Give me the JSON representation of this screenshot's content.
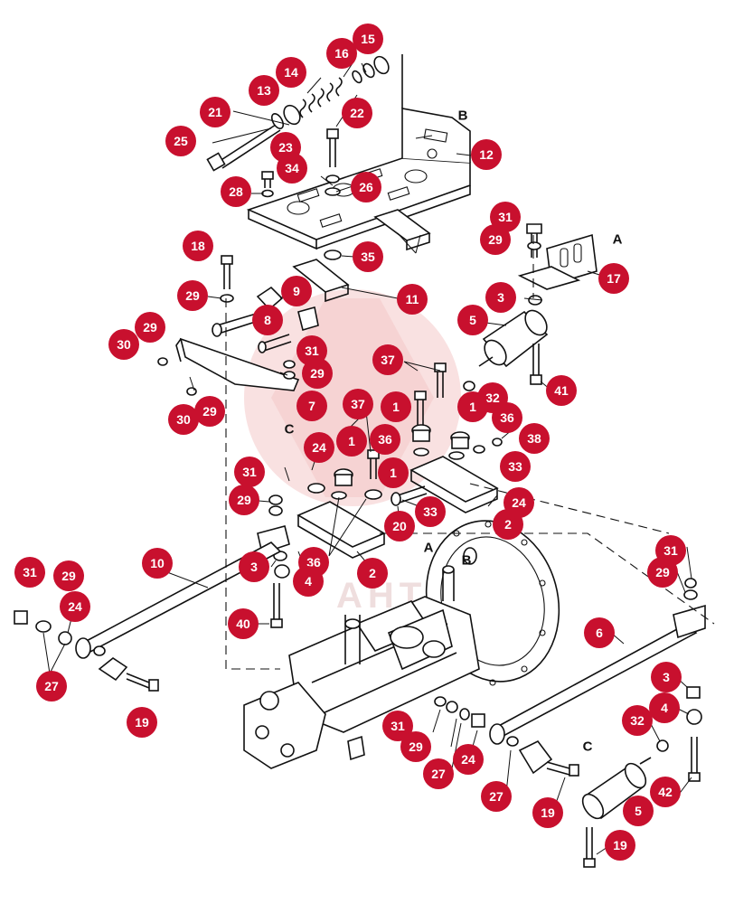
{
  "diagram": {
    "watermark": "AHTEX",
    "reference_letters": [
      {
        "id": "ref-b-top",
        "text": "B"
      },
      {
        "id": "ref-a-bracket",
        "text": "A"
      },
      {
        "id": "ref-c-left",
        "text": "C"
      },
      {
        "id": "ref-a-pump",
        "text": "A"
      },
      {
        "id": "ref-b-pump",
        "text": "B"
      },
      {
        "id": "ref-c-bottom",
        "text": "C"
      }
    ],
    "callouts": [
      {
        "id": "c15",
        "label": "15"
      },
      {
        "id": "c16",
        "label": "16"
      },
      {
        "id": "c14",
        "label": "14"
      },
      {
        "id": "c13",
        "label": "13"
      },
      {
        "id": "c21",
        "label": "21"
      },
      {
        "id": "c22",
        "label": "22"
      },
      {
        "id": "c25",
        "label": "25"
      },
      {
        "id": "c23",
        "label": "23"
      },
      {
        "id": "c34",
        "label": "34"
      },
      {
        "id": "c12",
        "label": "12"
      },
      {
        "id": "c28",
        "label": "28"
      },
      {
        "id": "c26",
        "label": "26"
      },
      {
        "id": "c31a",
        "label": "31"
      },
      {
        "id": "c29a",
        "label": "29"
      },
      {
        "id": "c18",
        "label": "18"
      },
      {
        "id": "c35",
        "label": "35"
      },
      {
        "id": "c17",
        "label": "17"
      },
      {
        "id": "c29b",
        "label": "29"
      },
      {
        "id": "c9",
        "label": "9"
      },
      {
        "id": "c11",
        "label": "11"
      },
      {
        "id": "c3a",
        "label": "3"
      },
      {
        "id": "c29c",
        "label": "29"
      },
      {
        "id": "c8",
        "label": "8"
      },
      {
        "id": "c5a",
        "label": "5"
      },
      {
        "id": "c30a",
        "label": "30"
      },
      {
        "id": "c31b",
        "label": "31"
      },
      {
        "id": "c29d",
        "label": "29"
      },
      {
        "id": "c37a",
        "label": "37"
      },
      {
        "id": "c41",
        "label": "41"
      },
      {
        "id": "c30b",
        "label": "30"
      },
      {
        "id": "c29e",
        "label": "29"
      },
      {
        "id": "c7",
        "label": "7"
      },
      {
        "id": "c1a",
        "label": "1"
      },
      {
        "id": "c32a",
        "label": "32"
      },
      {
        "id": "c1b",
        "label": "1"
      },
      {
        "id": "c37b",
        "label": "37"
      },
      {
        "id": "c36a",
        "label": "36"
      },
      {
        "id": "c36b",
        "label": "36"
      },
      {
        "id": "c38",
        "label": "38"
      },
      {
        "id": "c24a",
        "label": "24"
      },
      {
        "id": "c1c",
        "label": "1"
      },
      {
        "id": "c1d",
        "label": "1"
      },
      {
        "id": "c33a",
        "label": "33"
      },
      {
        "id": "c31c",
        "label": "31"
      },
      {
        "id": "c24b",
        "label": "24"
      },
      {
        "id": "c29f",
        "label": "29"
      },
      {
        "id": "c20",
        "label": "20"
      },
      {
        "id": "c33b",
        "label": "33"
      },
      {
        "id": "c2a",
        "label": "2"
      },
      {
        "id": "c10",
        "label": "10"
      },
      {
        "id": "c31d",
        "label": "31"
      },
      {
        "id": "c3b",
        "label": "3"
      },
      {
        "id": "c36c",
        "label": "36"
      },
      {
        "id": "c2b",
        "label": "2"
      },
      {
        "id": "c29g",
        "label": "29"
      },
      {
        "id": "c4a",
        "label": "4"
      },
      {
        "id": "c31e",
        "label": "31"
      },
      {
        "id": "c29h",
        "label": "29"
      },
      {
        "id": "c24c",
        "label": "24"
      },
      {
        "id": "c6",
        "label": "6"
      },
      {
        "id": "c40",
        "label": "40"
      },
      {
        "id": "c27a",
        "label": "27"
      },
      {
        "id": "c19a",
        "label": "19"
      },
      {
        "id": "c3c",
        "label": "3"
      },
      {
        "id": "c4b",
        "label": "4"
      },
      {
        "id": "c32b",
        "label": "32"
      },
      {
        "id": "c31f",
        "label": "31"
      },
      {
        "id": "c29i",
        "label": "29"
      },
      {
        "id": "c27b",
        "label": "27"
      },
      {
        "id": "c24d",
        "label": "24"
      },
      {
        "id": "c42",
        "label": "42"
      },
      {
        "id": "c27c",
        "label": "27"
      },
      {
        "id": "c19b",
        "label": "19"
      },
      {
        "id": "c5b",
        "label": "5"
      },
      {
        "id": "c19c",
        "label": "19"
      }
    ]
  }
}
